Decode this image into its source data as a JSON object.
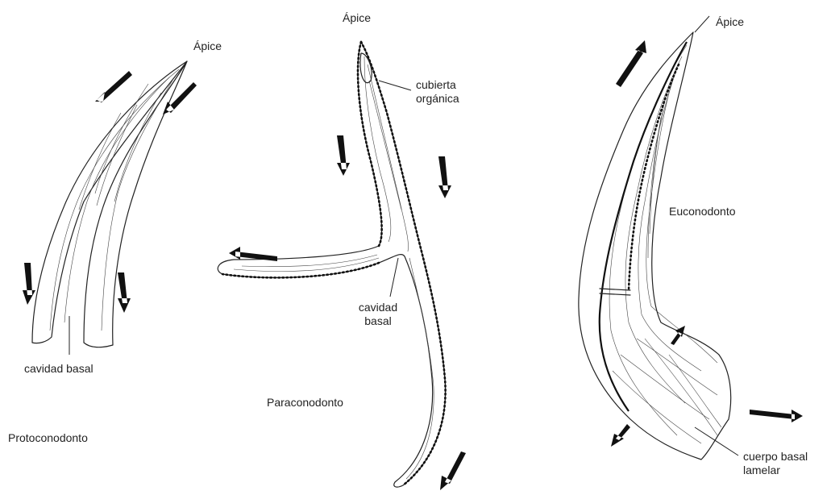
{
  "protoconodonto": {
    "apice": "Ápice",
    "cavidad_basal": "cavidad basal",
    "name": "Protoconodonto"
  },
  "paraconodonto": {
    "apice": "Ápice",
    "cubierta_organica": [
      "cubierta",
      "orgánica"
    ],
    "cavidad_basal": [
      "cavidad",
      "basal"
    ],
    "name": "Paraconodonto"
  },
  "euconodonto": {
    "apice": "Ápice",
    "name": "Euconodonto",
    "cuerpo_basal_lamelar": [
      "cuerpo basal",
      "lamelar"
    ]
  }
}
